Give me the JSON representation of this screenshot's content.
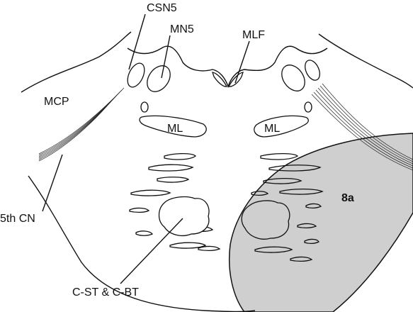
{
  "labels": {
    "csn5": "CSN5",
    "mn5": "MN5",
    "mlf": "MLF",
    "mcp": "MCP",
    "ml_left": "ML",
    "ml_right": "ML",
    "cn5": "5th CN",
    "cst_cbt": "C-ST & C-BT",
    "lesion": "8a"
  },
  "colors": {
    "outline": "#111111",
    "lesion_fill": "#cfcfcf",
    "background": "#ffffff"
  }
}
